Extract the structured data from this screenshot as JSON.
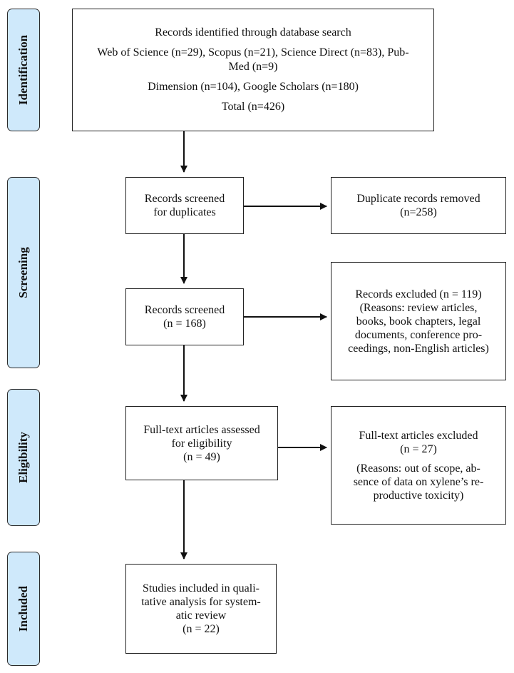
{
  "phases": {
    "identification": "Identification",
    "screening": "Screening",
    "eligibility": "Eligibility",
    "included": "Included"
  },
  "identification_box": {
    "line1": "Records identified through database search",
    "line2a": "Web of Science (n=29), Scopus (n=21), Science Direct (n=83), Pub-",
    "line2b": "Med (n=9)",
    "line3": "Dimension (n=104), Google Scholars (n=180)",
    "line4": "Total (n=426)"
  },
  "duplicates_screen_box": {
    "line1": "Records screened",
    "line2": "for duplicates"
  },
  "duplicates_removed_box": {
    "line1": "Duplicate records removed",
    "line2": "(n=258)"
  },
  "records_screened_box": {
    "line1": "Records screened",
    "line2": "(n = 168)"
  },
  "records_excluded_box": {
    "line1": "Records excluded (n = 119)",
    "line2": "(Reasons: review articles,",
    "line3": "books, book chapters, legal",
    "line4": "documents, conference pro-",
    "line5": "ceedings, non-English articles)"
  },
  "fulltext_assessed_box": {
    "line1": "Full-text articles assessed",
    "line2": "for eligibility",
    "line3": "(n = 49)"
  },
  "fulltext_excluded_box": {
    "line1": "Full-text articles excluded",
    "line2": "(n = 27)",
    "line3": "(Reasons: out of scope, ab-",
    "line4": "sence of data on xylene’s re-",
    "line5": "productive toxicity)"
  },
  "included_box": {
    "line1": "Studies included in quali-",
    "line2": "tative analysis for system-",
    "line3": "atic review",
    "line4": "(n = 22)"
  }
}
